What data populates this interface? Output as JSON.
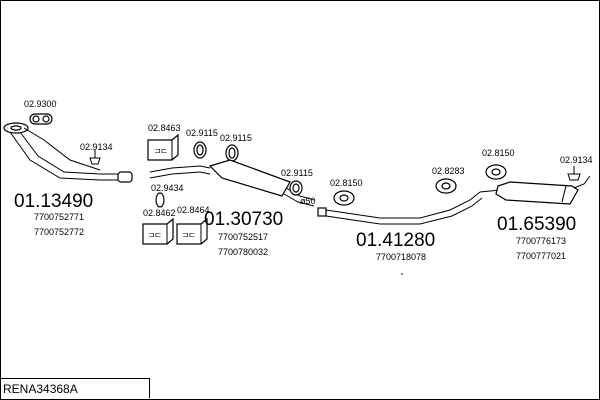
{
  "reference": "RENA34368A",
  "assemblies": [
    {
      "id": "front-pipe",
      "number": "01.13490",
      "oem": [
        "7700752771",
        "7700752772"
      ]
    },
    {
      "id": "middle-silencer",
      "number": "01.30730",
      "oem": [
        "7700752517",
        "7700780032"
      ]
    },
    {
      "id": "middle-pipe",
      "number": "01.41280",
      "oem": [
        "7700718078"
      ]
    },
    {
      "id": "rear-silencer",
      "number": "01.65390",
      "oem": [
        "7700776173",
        "7700777021"
      ]
    }
  ],
  "parts": {
    "p1": "02.9300",
    "p2": "02.9134",
    "p3": "02.8463",
    "p4": "02.9115",
    "p5": "02.9115",
    "p6": "02.9434",
    "p7": "02.8462",
    "p8": "02.8464",
    "p9": "02.9115",
    "p10": "02.8150",
    "p11": "02.8283",
    "p12": "02.8150",
    "p13": "02.9134"
  },
  "dimension": "ø50"
}
